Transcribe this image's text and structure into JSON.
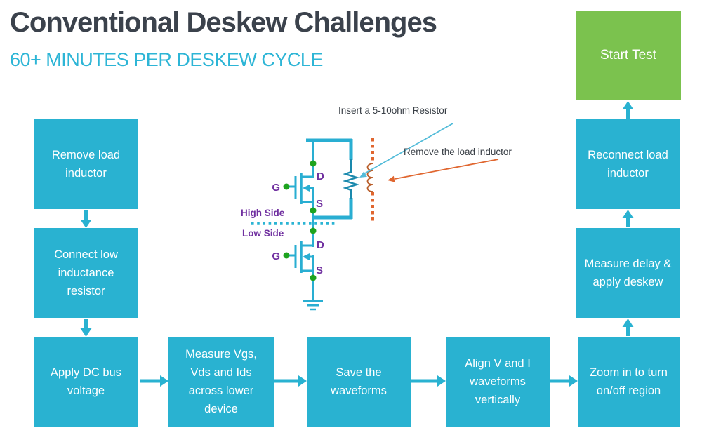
{
  "header": {
    "title": "Conventional Deskew Challenges",
    "subtitle": "60+ MINUTES PER DESKEW CYCLE"
  },
  "flow": {
    "steps": [
      {
        "label": "Remove load inductor"
      },
      {
        "label": "Connect low inductance resistor"
      },
      {
        "label": "Apply DC bus voltage"
      },
      {
        "label": "Measure Vgs, Vds and Ids across lower device"
      },
      {
        "label": "Save the waveforms"
      },
      {
        "label": "Align V and I waveforms vertically"
      },
      {
        "label": "Zoom in to turn on/off region"
      },
      {
        "label": "Measure delay & apply deskew"
      },
      {
        "label": "Reconnect load inductor"
      },
      {
        "label": "Start Test"
      }
    ]
  },
  "circuit": {
    "labels": {
      "gate": "G",
      "drain": "D",
      "source": "S",
      "high_side": "High Side",
      "low_side": "Low Side"
    },
    "annotations": {
      "resistor": "Insert a 5-10ohm Resistor",
      "inductor": "Remove the load inductor"
    }
  },
  "colors": {
    "accent_cyan": "#29b2d1",
    "green": "#7bc24e",
    "purple": "#7030a0",
    "orange": "#e0662f",
    "dot_green": "#1ea31e",
    "title_dark": "#3b424c"
  }
}
